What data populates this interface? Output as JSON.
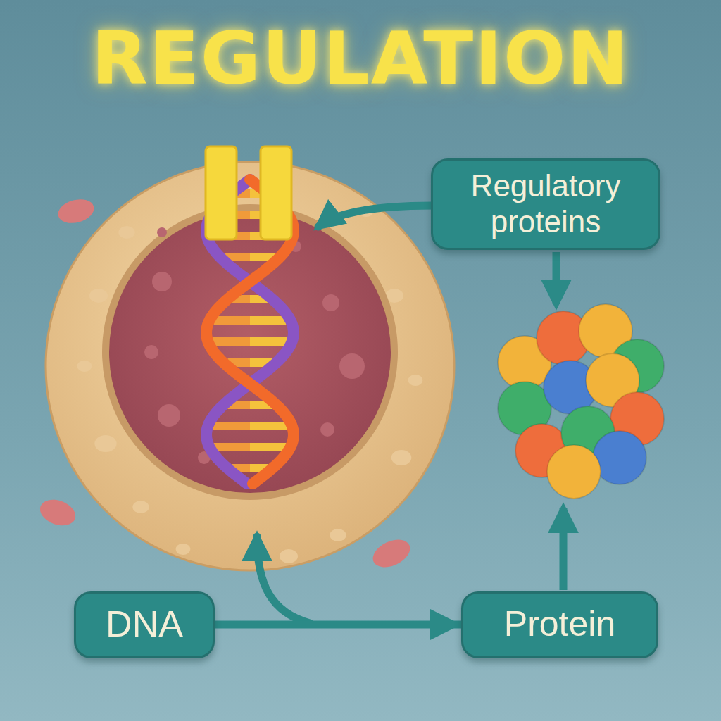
{
  "diagram": {
    "title": "REGULATION",
    "nodes": [
      {
        "text": [
          "Regulatory proteins"
        ]
      },
      {
        "text": [
          "DNA"
        ]
      },
      {
        "text": [
          "Protein"
        ]
      }
    ],
    "edges": [
      {
        "from": 1,
        "to": 2,
        "arrow": "to"
      }
    ]
  }
}
